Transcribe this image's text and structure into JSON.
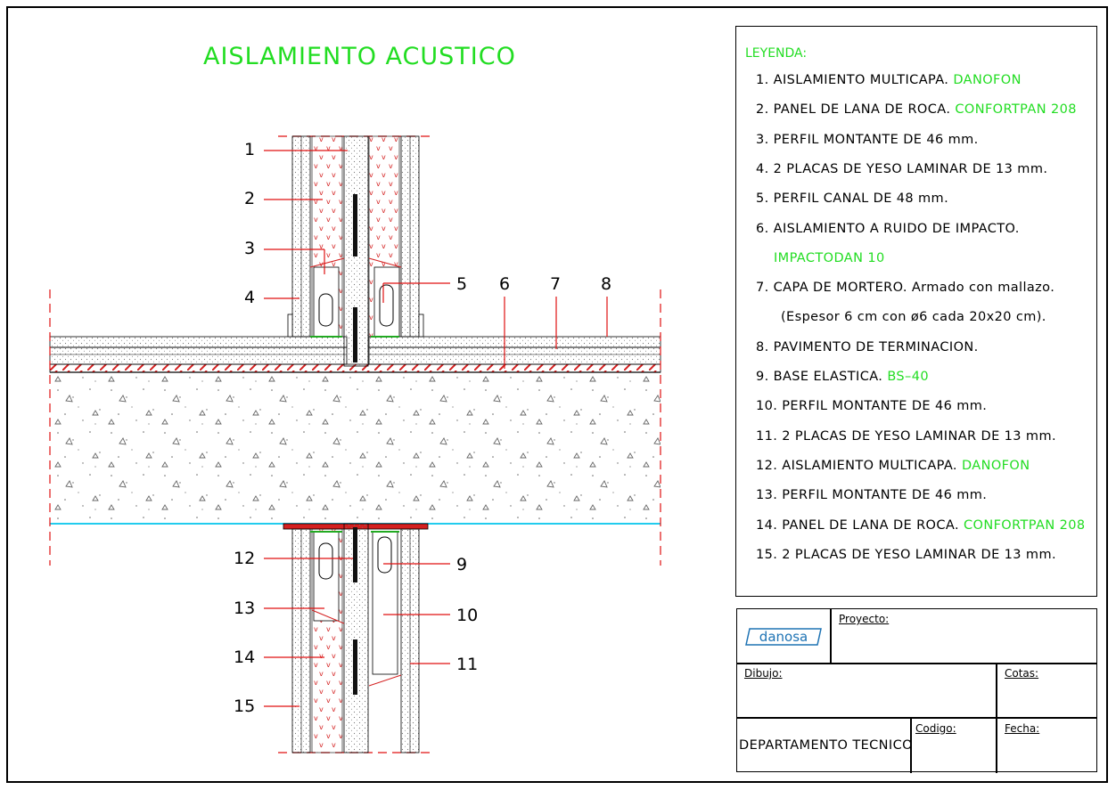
{
  "title": "AISLAMIENTO ACUSTICO",
  "callouts": [
    "1",
    "2",
    "3",
    "4",
    "5",
    "6",
    "7",
    "8",
    "9",
    "10",
    "11",
    "12",
    "13",
    "14",
    "15"
  ],
  "legend": {
    "title": "LEYENDA:",
    "items": [
      {
        "text": "1. AISLAMIENTO MULTICAPA.",
        "brand": "DANOFON"
      },
      {
        "text": "2. PANEL DE LANA DE ROCA.",
        "brand": "CONFORTPAN 208"
      },
      {
        "text": "3. PERFIL MONTANTE DE 46 mm.",
        "brand": ""
      },
      {
        "text": "4. 2 PLACAS DE YESO LAMINAR DE 13 mm.",
        "brand": ""
      },
      {
        "text": "5. PERFIL CANAL DE 48 mm.",
        "brand": ""
      },
      {
        "text": "6. AISLAMIENTO A RUIDO DE IMPACTO.",
        "brand": ""
      },
      {
        "text": "",
        "brand": "IMPACTODAN 10"
      },
      {
        "text": "7. CAPA DE MORTERO. Armado con mallazo.",
        "brand": ""
      },
      {
        "text": "(Espesor 6 cm con ø6 cada 20x20 cm).",
        "brand": ""
      },
      {
        "text": "8. PAVIMENTO DE TERMINACION.",
        "brand": ""
      },
      {
        "text": "9. BASE ELASTICA.",
        "brand": "BS–40"
      },
      {
        "text": "10. PERFIL MONTANTE DE 46 mm.",
        "brand": ""
      },
      {
        "text": "11. 2 PLACAS DE YESO LAMINAR DE 13 mm.",
        "brand": ""
      },
      {
        "text": "12. AISLAMIENTO MULTICAPA.",
        "brand": "DANOFON"
      },
      {
        "text": "13. PERFIL MONTANTE DE 46 mm.",
        "brand": ""
      },
      {
        "text": "14. PANEL DE LANA DE ROCA.",
        "brand": "CONFORTPAN 208"
      },
      {
        "text": "15. 2 PLACAS DE YESO LAMINAR DE 13 mm.",
        "brand": ""
      }
    ]
  },
  "title_block": {
    "logo_text": "danosa",
    "proyecto_label": "Proyecto:",
    "dibujo_label": "Dibujo:",
    "cotas_label": "Cotas:",
    "codigo_label": "Codigo:",
    "fecha_label": "Fecha:",
    "department": "DEPARTAMENTO TECNICO"
  },
  "colors": {
    "brand_green": "#22dd22",
    "dim_red": "#e01010",
    "slab_cyan": "#22ccee",
    "insulation_red": "#d42020",
    "logo_blue": "#1e73b4"
  }
}
